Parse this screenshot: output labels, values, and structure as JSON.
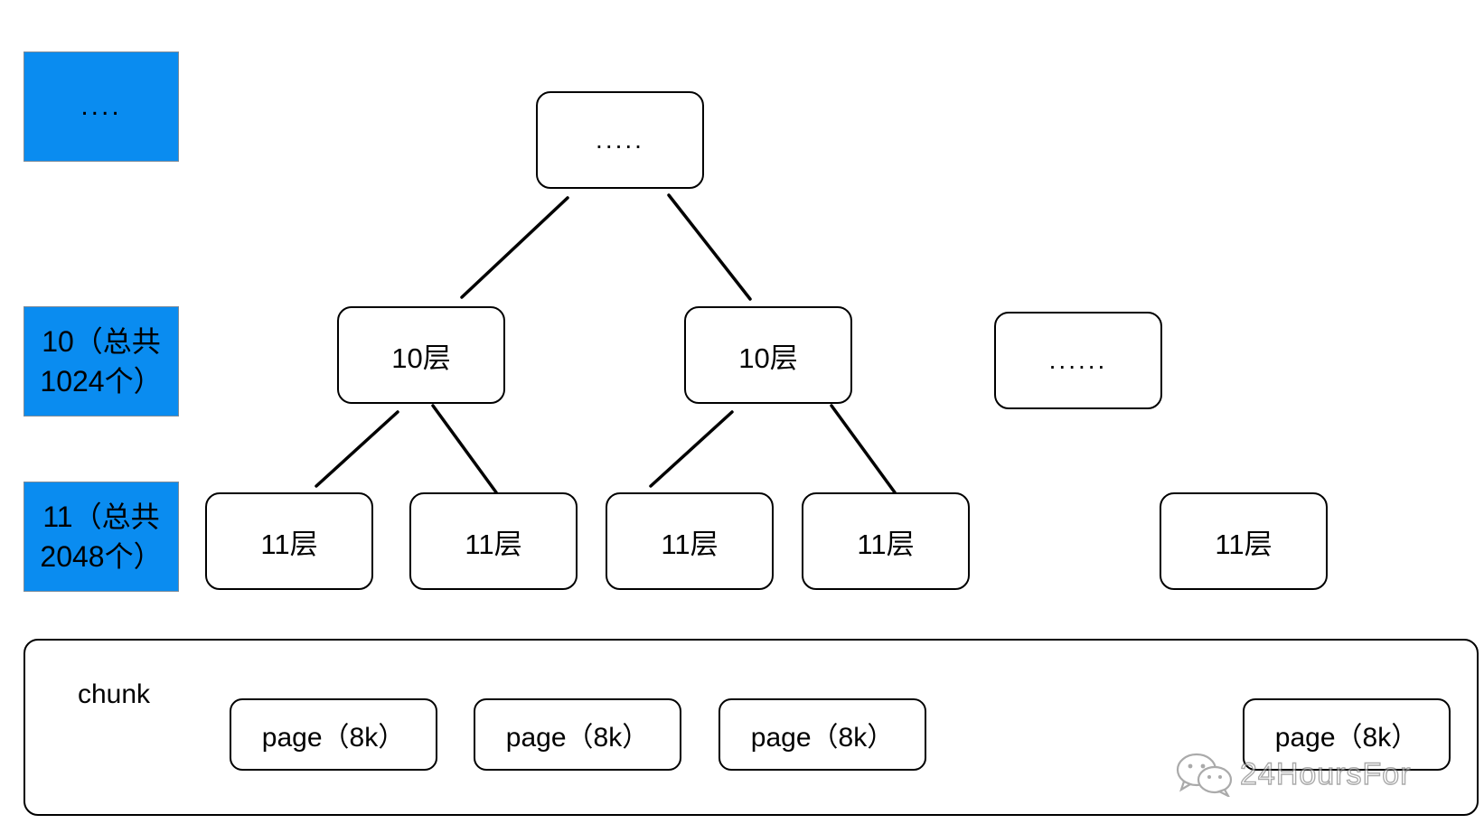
{
  "legend": {
    "top": "....",
    "level10": "10（总共\n1024个）",
    "level11": "11（总共\n2048个）"
  },
  "tree": {
    "root": ".....",
    "level10_nodes": [
      "10层",
      "10层",
      "......"
    ],
    "level11_nodes": [
      "11层",
      "11层",
      "11层",
      "11层",
      "11层"
    ]
  },
  "chunk": {
    "label": "chunk",
    "pages": [
      "page（8k）",
      "page（8k）",
      "page（8k）",
      "page（8k）"
    ]
  },
  "watermark": {
    "text": "24HoursFor",
    "icon": "wechat-icon"
  },
  "colors": {
    "legend_fill": "#0a8cf0",
    "stroke": "#000000"
  }
}
